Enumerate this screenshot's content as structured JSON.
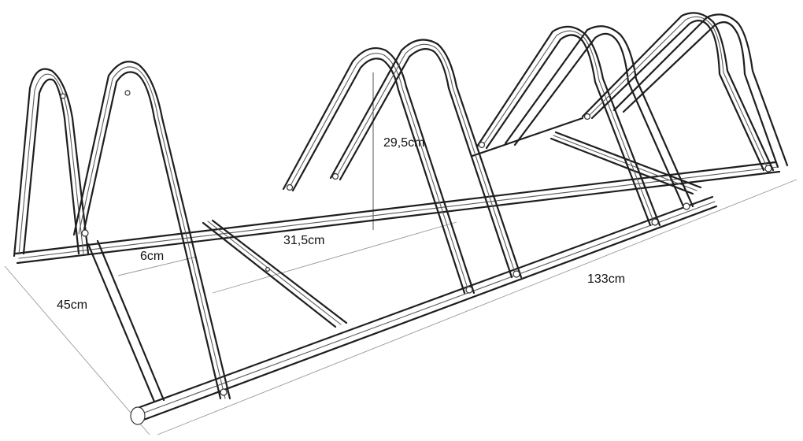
{
  "dimensions": {
    "height": "29,5cm",
    "spacing": "31,5cm",
    "tube": "6cm",
    "depth": "45cm",
    "length": "133cm"
  },
  "colors": {
    "line": "#1e1e1e",
    "dimension_line": "#9a9a9a",
    "background": "#ffffff"
  }
}
